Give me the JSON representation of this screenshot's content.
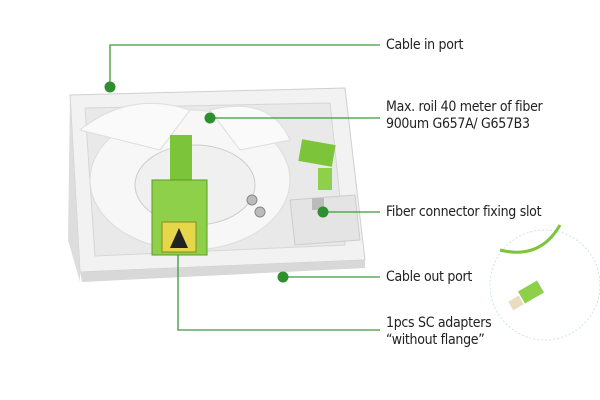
{
  "colors": {
    "callout_line": "#3a9a3a",
    "connector_green": "#7cc43a",
    "box": "#eeeeee"
  },
  "callouts": [
    {
      "id": "cable-in-port",
      "lines": [
        "Cable in port"
      ]
    },
    {
      "id": "fiber-roil",
      "lines": [
        "Max. roil 40 meter of fiber",
        "900um G657A/ G657B3"
      ]
    },
    {
      "id": "connector-slot",
      "lines": [
        "Fiber connector fixing slot"
      ]
    },
    {
      "id": "cable-out-port",
      "lines": [
        "Cable out port"
      ]
    },
    {
      "id": "sc-adapter",
      "lines": [
        "1pcs SC adapters",
        "“without flange”"
      ]
    }
  ]
}
